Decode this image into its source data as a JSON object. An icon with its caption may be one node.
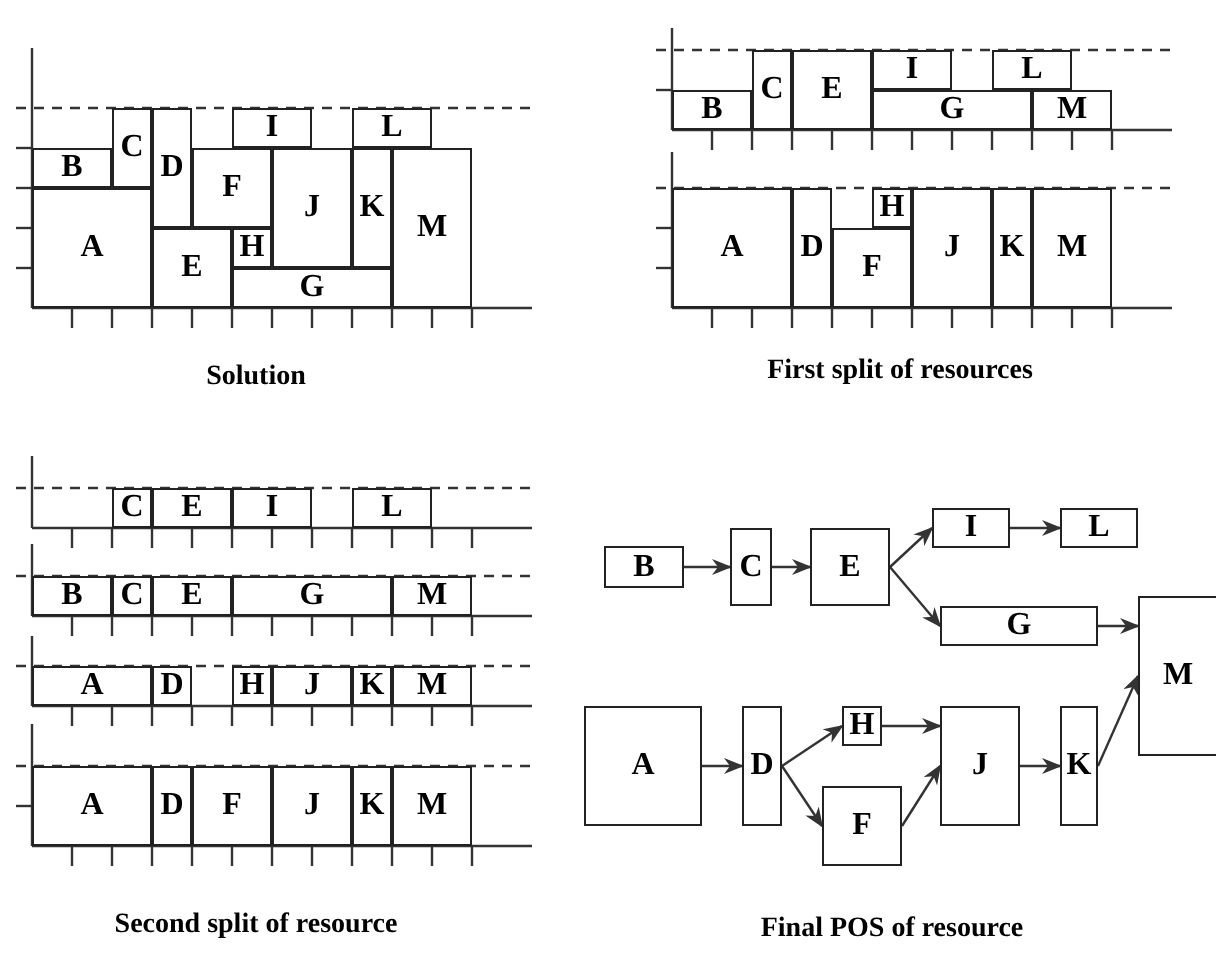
{
  "diagram": {
    "nodes": [
      {
        "text": [
          "A"
        ]
      },
      {
        "text": [
          "B"
        ]
      },
      {
        "text": [
          "C"
        ]
      },
      {
        "text": [
          "D"
        ]
      },
      {
        "text": [
          "E"
        ]
      },
      {
        "text": [
          "F"
        ]
      },
      {
        "text": [
          "G"
        ]
      },
      {
        "text": [
          "H"
        ]
      },
      {
        "text": [
          "I"
        ]
      },
      {
        "text": [
          "J"
        ]
      },
      {
        "text": [
          "K"
        ]
      },
      {
        "text": [
          "L"
        ]
      },
      {
        "text": [
          "M"
        ]
      },
      {
        "text": [
          "B"
        ]
      },
      {
        "text": [
          "C"
        ]
      },
      {
        "text": [
          "E"
        ]
      },
      {
        "text": [
          "G"
        ]
      },
      {
        "text": [
          "I"
        ]
      },
      {
        "text": [
          "L"
        ]
      },
      {
        "text": [
          "M"
        ]
      },
      {
        "text": [
          "A"
        ]
      },
      {
        "text": [
          "D"
        ]
      },
      {
        "text": [
          "F"
        ]
      },
      {
        "text": [
          "H"
        ]
      },
      {
        "text": [
          "J"
        ]
      },
      {
        "text": [
          "K"
        ]
      },
      {
        "text": [
          "M"
        ]
      },
      {
        "text": [
          "C"
        ]
      },
      {
        "text": [
          "E"
        ]
      },
      {
        "text": [
          "I"
        ]
      },
      {
        "text": [
          "L"
        ]
      },
      {
        "text": [
          "B"
        ]
      },
      {
        "text": [
          "C"
        ]
      },
      {
        "text": [
          "E"
        ]
      },
      {
        "text": [
          "G"
        ]
      },
      {
        "text": [
          "M"
        ]
      },
      {
        "text": [
          "A"
        ]
      },
      {
        "text": [
          "D"
        ]
      },
      {
        "text": [
          "H"
        ]
      },
      {
        "text": [
          "J"
        ]
      },
      {
        "text": [
          "K"
        ]
      },
      {
        "text": [
          "M"
        ]
      },
      {
        "text": [
          "A"
        ]
      },
      {
        "text": [
          "D"
        ]
      },
      {
        "text": [
          "F"
        ]
      },
      {
        "text": [
          "J"
        ]
      },
      {
        "text": [
          "K"
        ]
      },
      {
        "text": [
          "M"
        ]
      },
      {
        "text": [
          "B"
        ]
      },
      {
        "text": [
          "C"
        ]
      },
      {
        "text": [
          "E"
        ]
      },
      {
        "text": [
          "I"
        ]
      },
      {
        "text": [
          "L"
        ]
      },
      {
        "text": [
          "G"
        ]
      },
      {
        "text": [
          "M"
        ]
      },
      {
        "text": [
          "A"
        ]
      },
      {
        "text": [
          "D"
        ]
      },
      {
        "text": [
          "H"
        ]
      },
      {
        "text": [
          "F"
        ]
      },
      {
        "text": [
          "J"
        ]
      },
      {
        "text": [
          "K"
        ]
      }
    ],
    "edges": [
      {
        "from": 48,
        "to": 49,
        "arrow": "to"
      },
      {
        "from": 49,
        "to": 50,
        "arrow": "to"
      },
      {
        "from": 50,
        "to": 51,
        "arrow": "to"
      },
      {
        "from": 50,
        "to": 53,
        "arrow": "to"
      },
      {
        "from": 51,
        "to": 52,
        "arrow": "to"
      },
      {
        "from": 53,
        "to": 54,
        "arrow": "to"
      },
      {
        "from": 55,
        "to": 56,
        "arrow": "to"
      },
      {
        "from": 56,
        "to": 57,
        "arrow": "to"
      },
      {
        "from": 56,
        "to": 58,
        "arrow": "to"
      },
      {
        "from": 57,
        "to": 59,
        "arrow": "to"
      },
      {
        "from": 58,
        "to": 59,
        "arrow": "to"
      },
      {
        "from": 59,
        "to": 60,
        "arrow": "to"
      },
      {
        "from": 60,
        "to": 54,
        "arrow": "to"
      }
    ],
    "labels": [
      "Solution",
      "First split of resources",
      "Second split of resource",
      "Final POS of resource"
    ]
  }
}
